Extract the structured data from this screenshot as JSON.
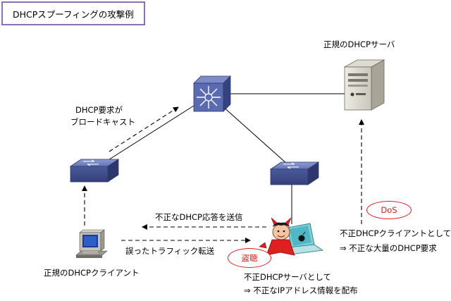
{
  "title": "DHCPスプーフィングの攻撃例",
  "labels": {
    "legit_server": "正規のDHCPサーバ",
    "broadcast_line1": "DHCP要求が",
    "broadcast_line2": "ブロードキャスト",
    "rogue_response": "不正なDHCP応答を送信",
    "misdirected_traffic": "誤ったトラフィック転送",
    "legit_client": "正規のDHCPクライアント",
    "rogue_server_line1": "不正DHCPサーバとして",
    "rogue_server_line2": "⇒  不正なIPアドレス情報を配布",
    "rogue_client_line1": "不正DHCPクライアントとして",
    "rogue_client_line2": "⇒  不正な大量のDHCP要求"
  },
  "callouts": {
    "eavesdrop": "盗聴",
    "dos": "DoS"
  },
  "colors": {
    "title_border": "#8e6fb3",
    "callout_red": "#e01a1a",
    "device_blue": "#4a5a9a",
    "device_face": "#5f6fb0"
  }
}
